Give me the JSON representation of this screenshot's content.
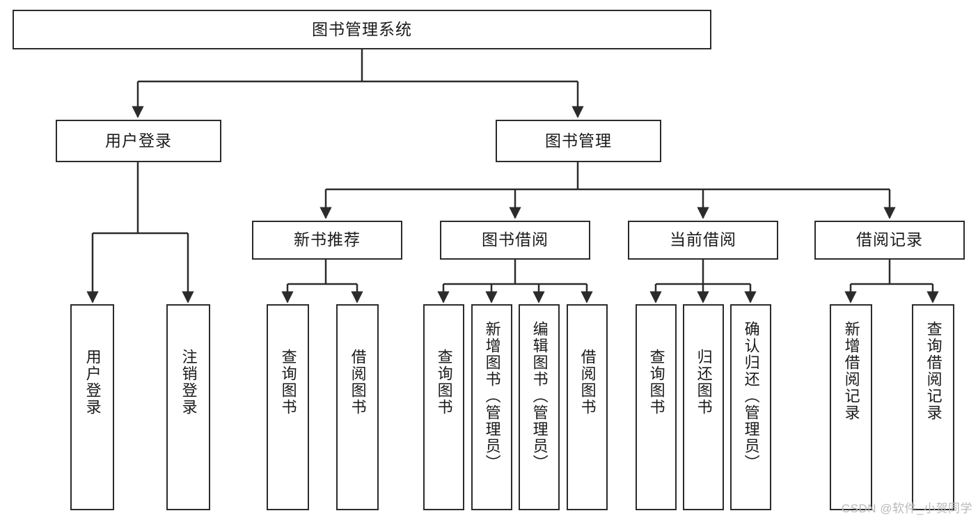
{
  "diagram": {
    "type": "tree",
    "title": "图书管理系统",
    "orientation": "top-down",
    "colors": {
      "node_border": "#2b2b2b",
      "node_fill": "#ffffff",
      "edge": "#2b2b2b",
      "text": "#1a1a1a",
      "watermark": "#b9b9b9"
    }
  },
  "root": {
    "label": "图书管理系统"
  },
  "level1": [
    {
      "id": "user-login",
      "label": "用户登录"
    },
    {
      "id": "book-manage",
      "label": "图书管理"
    }
  ],
  "level2": [
    {
      "id": "new-book-recommend",
      "label": "新书推荐",
      "parent": "book-manage"
    },
    {
      "id": "book-borrow",
      "label": "图书借阅",
      "parent": "book-manage"
    },
    {
      "id": "current-borrow",
      "label": "当前借阅",
      "parent": "book-manage"
    },
    {
      "id": "borrow-record",
      "label": "借阅记录",
      "parent": "book-manage"
    }
  ],
  "leaves": {
    "user_login": [
      {
        "id": "leaf-user-login",
        "label": "用户登录"
      },
      {
        "id": "leaf-logout",
        "label": "注销登录"
      }
    ],
    "new_book_recommend": [
      {
        "id": "leaf-query-book-1",
        "label": "查询图书"
      },
      {
        "id": "leaf-borrow-book-1",
        "label": "借阅图书"
      }
    ],
    "book_borrow": [
      {
        "id": "leaf-query-book-2",
        "label": "查询图书"
      },
      {
        "id": "leaf-add-book",
        "label": "新增图书（管理员）"
      },
      {
        "id": "leaf-edit-book",
        "label": "编辑图书（管理员）"
      },
      {
        "id": "leaf-borrow-book-2",
        "label": "借阅图书"
      }
    ],
    "current_borrow": [
      {
        "id": "leaf-query-book-3",
        "label": "查询图书"
      },
      {
        "id": "leaf-return-book",
        "label": "归还图书"
      },
      {
        "id": "leaf-confirm-return",
        "label": "确认归还（管理员）"
      }
    ],
    "borrow_record": [
      {
        "id": "leaf-add-record",
        "label": "新增借阅记录"
      },
      {
        "id": "leaf-query-record",
        "label": "查询借阅记录"
      }
    ]
  },
  "watermark": {
    "text": "CSDN @软件_小贺同学"
  }
}
